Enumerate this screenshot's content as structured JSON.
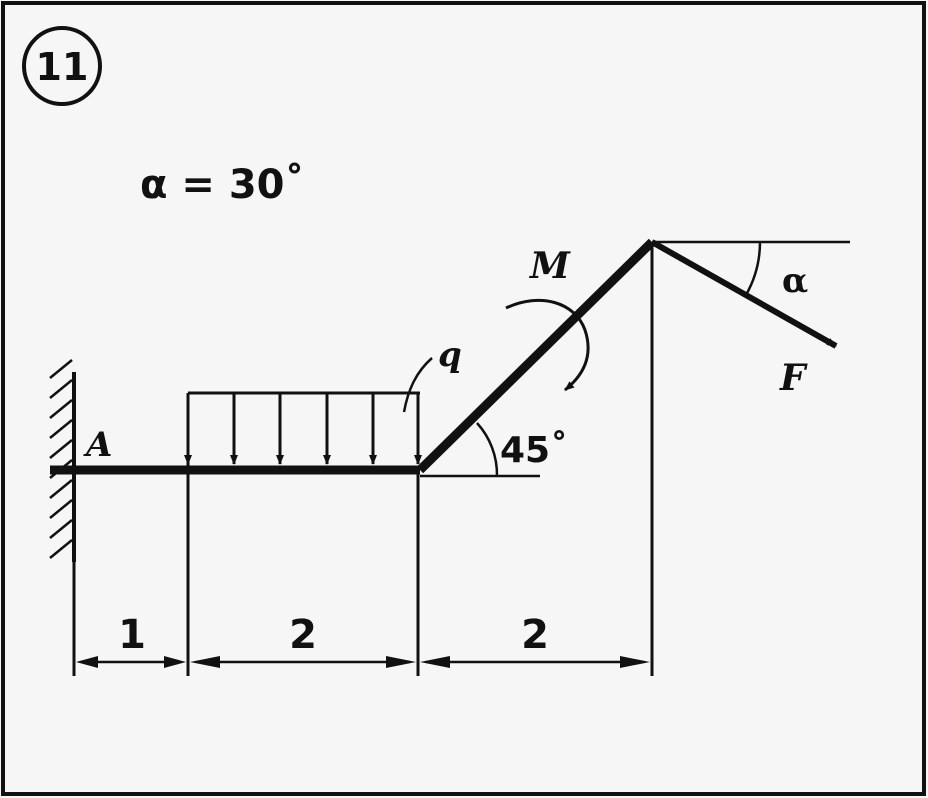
{
  "problem_number": "11",
  "given": "α = 30˚",
  "labels": {
    "support": "A",
    "load": "q",
    "moment": "M",
    "force": "F",
    "beam_angle": "45˚",
    "force_angle": "α"
  },
  "dimensions": [
    "1",
    "2",
    "2"
  ],
  "colors": {
    "ink": "#111111",
    "background": "#f6f6f6",
    "frame": "#111111"
  }
}
